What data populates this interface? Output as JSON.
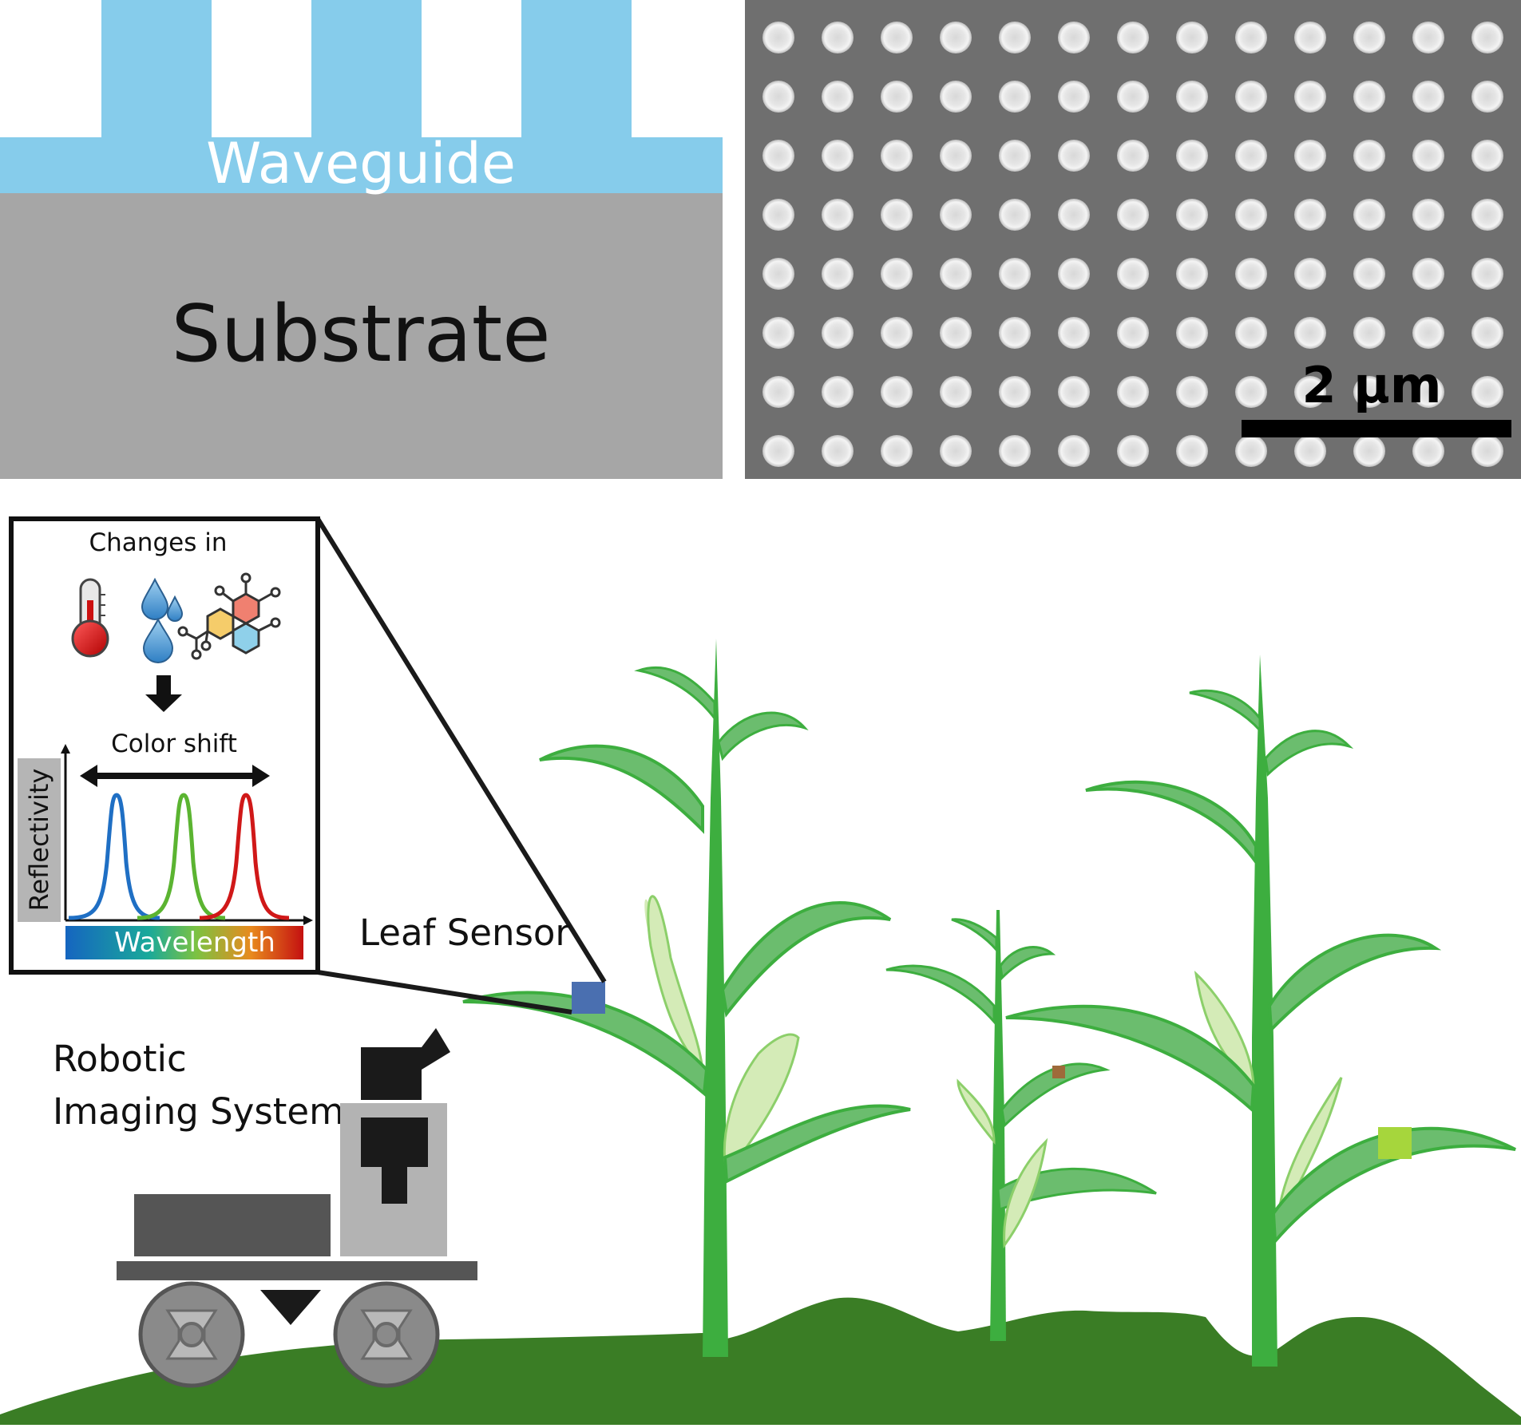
{
  "cross_section": {
    "waveguide_label": "Waveguide",
    "substrate_label": "Substrate",
    "colors": {
      "waveguide": "#86cceb",
      "substrate": "#a6a6a6"
    }
  },
  "sem_image": {
    "scale_bar_label": "2 μm",
    "grid": {
      "rows": 8,
      "cols": 13
    },
    "colors": {
      "background": "#6f6f6f",
      "dot": "#ececec"
    }
  },
  "inset": {
    "heading": "Changes in",
    "stimulus_icons": [
      "thermometer-icon",
      "water-drops-icon",
      "molecule-icon"
    ],
    "shift_label": "Color shift",
    "y_axis_label": "Reflectivity",
    "x_axis_label": "Wavelength",
    "peak_colors": [
      "#1f6fc4",
      "#5bb431",
      "#d01818"
    ]
  },
  "labels": {
    "leaf_sensor": "Leaf Sensor",
    "robot_line1": "Robotic",
    "robot_line2": "Imaging System"
  },
  "scene_colors": {
    "ground": "#3a7d25",
    "stem": "#3dae3f",
    "leaf": "#6bbd6e",
    "husk": "#d4ebb7",
    "robot_dark": "#1a1a1a",
    "robot_gray": "#555555",
    "robot_light": "#b3b3b3",
    "sensor_blue": "#4a6fb0",
    "sensor_brown": "#9e6a3a",
    "sensor_lime": "#a6d63c"
  }
}
